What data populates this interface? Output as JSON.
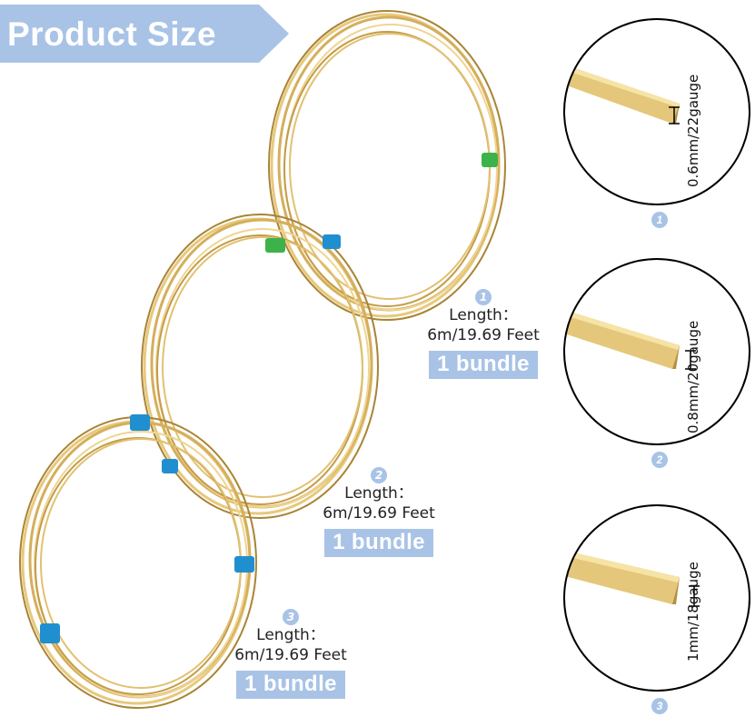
{
  "banner": {
    "title": "Product Size"
  },
  "colors": {
    "accent": "#a8c3e6",
    "wire_gold": "#d9b867",
    "wire_dark": "#a98436",
    "tie_green": "#3bb34a",
    "tie_blue": "#1f8fd0"
  },
  "coils": [
    {
      "number": "1",
      "length_label": "Length：",
      "length_value": "6m/19.69 Feet",
      "bundle": "1 bundle",
      "tie_color": "green"
    },
    {
      "number": "2",
      "length_label": "Length：",
      "length_value": "6m/19.69 Feet",
      "bundle": "1 bundle",
      "tie_color": "blue"
    },
    {
      "number": "3",
      "length_label": "Length：",
      "length_value": "6m/19.69 Feet",
      "bundle": "1 bundle",
      "tie_color": "blue"
    }
  ],
  "details": [
    {
      "number": "1",
      "gauge": "0.6mm/22gauge"
    },
    {
      "number": "2",
      "gauge": "0.8mm/20gauge"
    },
    {
      "number": "3",
      "gauge": "1mm/18gauge"
    }
  ]
}
